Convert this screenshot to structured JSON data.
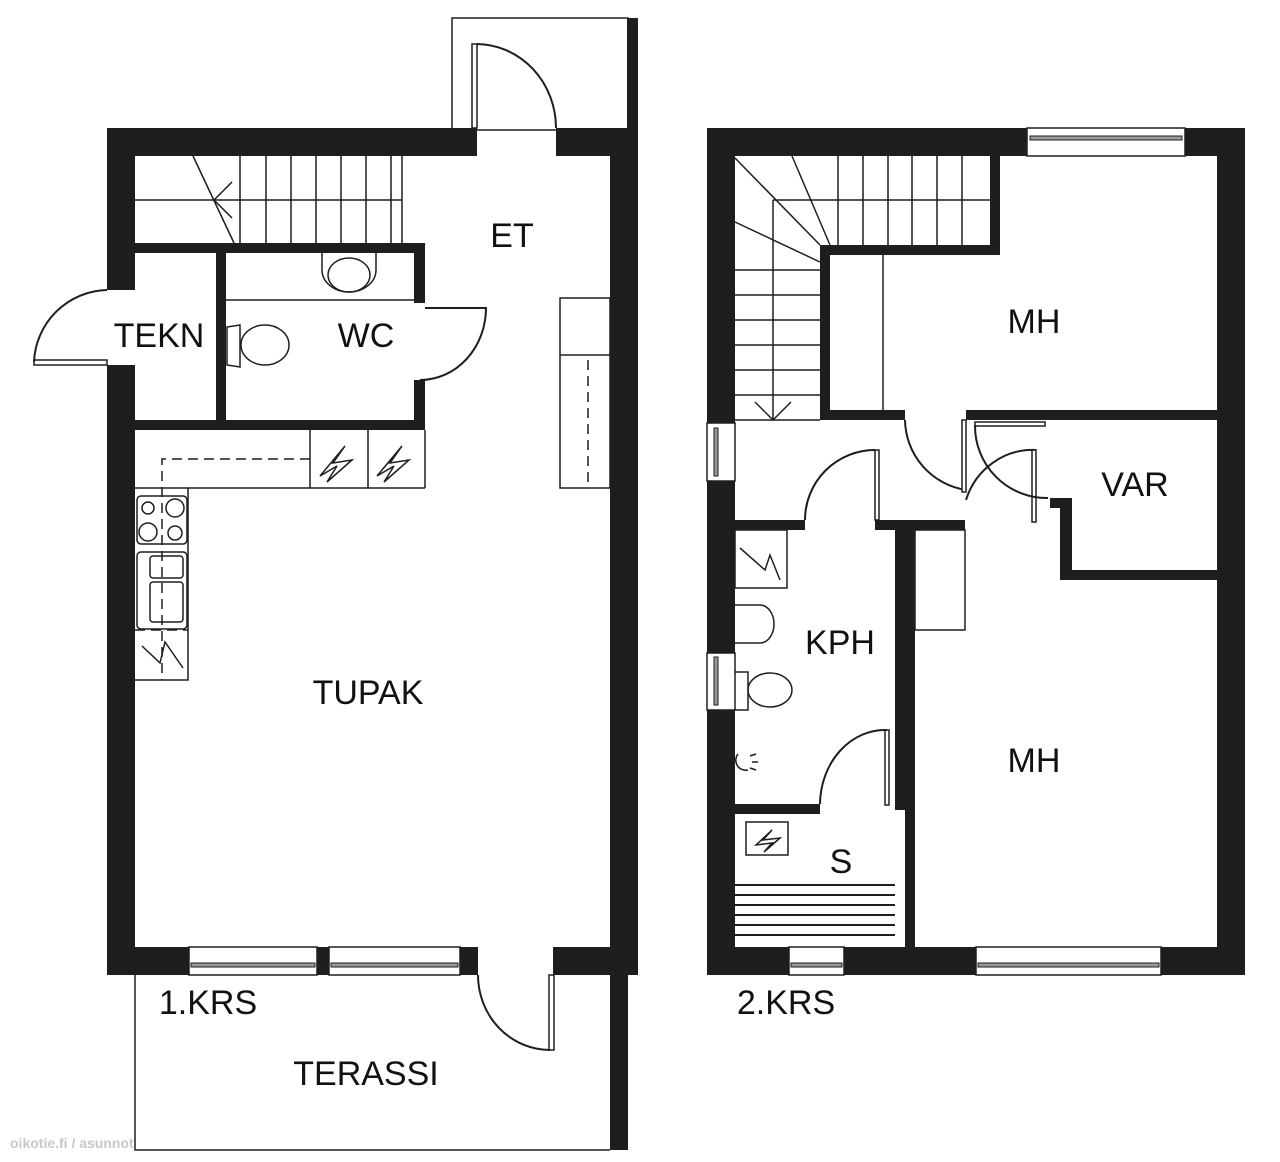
{
  "floor1": {
    "title": "1.KRS",
    "rooms": {
      "et": "ET",
      "wc": "WC",
      "tekn": "TEKN",
      "tupak": "TUPAK",
      "terassi": "TERASSI"
    }
  },
  "floor2": {
    "title": "2.KRS",
    "rooms": {
      "mh_upper": "MH",
      "var": "VAR",
      "kph": "KPH",
      "mh_lower": "MH",
      "s": "S"
    }
  },
  "watermark": "oikotie.fi / asunnot",
  "colors": {
    "wall": "#1e1e1e",
    "background": "#ffffff",
    "window_glass": "#9a9a9a"
  }
}
